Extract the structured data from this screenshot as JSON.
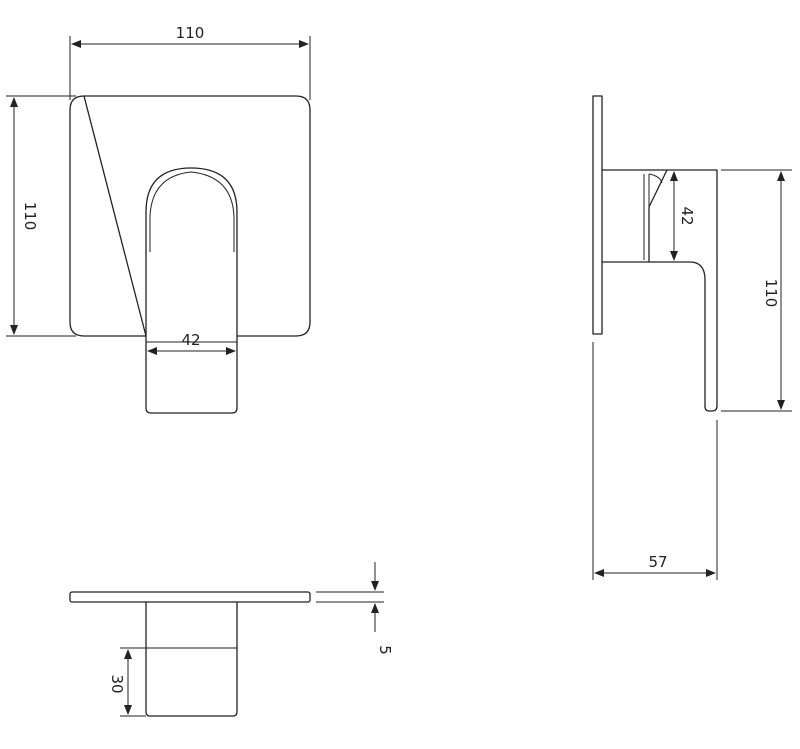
{
  "dimensions": {
    "front_width": "110",
    "front_height": "110",
    "front_lever_width": "42",
    "side_lever_height": "42",
    "side_height": "110",
    "side_depth": "57",
    "top_plate_thickness": "5",
    "top_lever_depth": "30"
  },
  "colors": {
    "line": "#222222",
    "background": "#ffffff"
  }
}
